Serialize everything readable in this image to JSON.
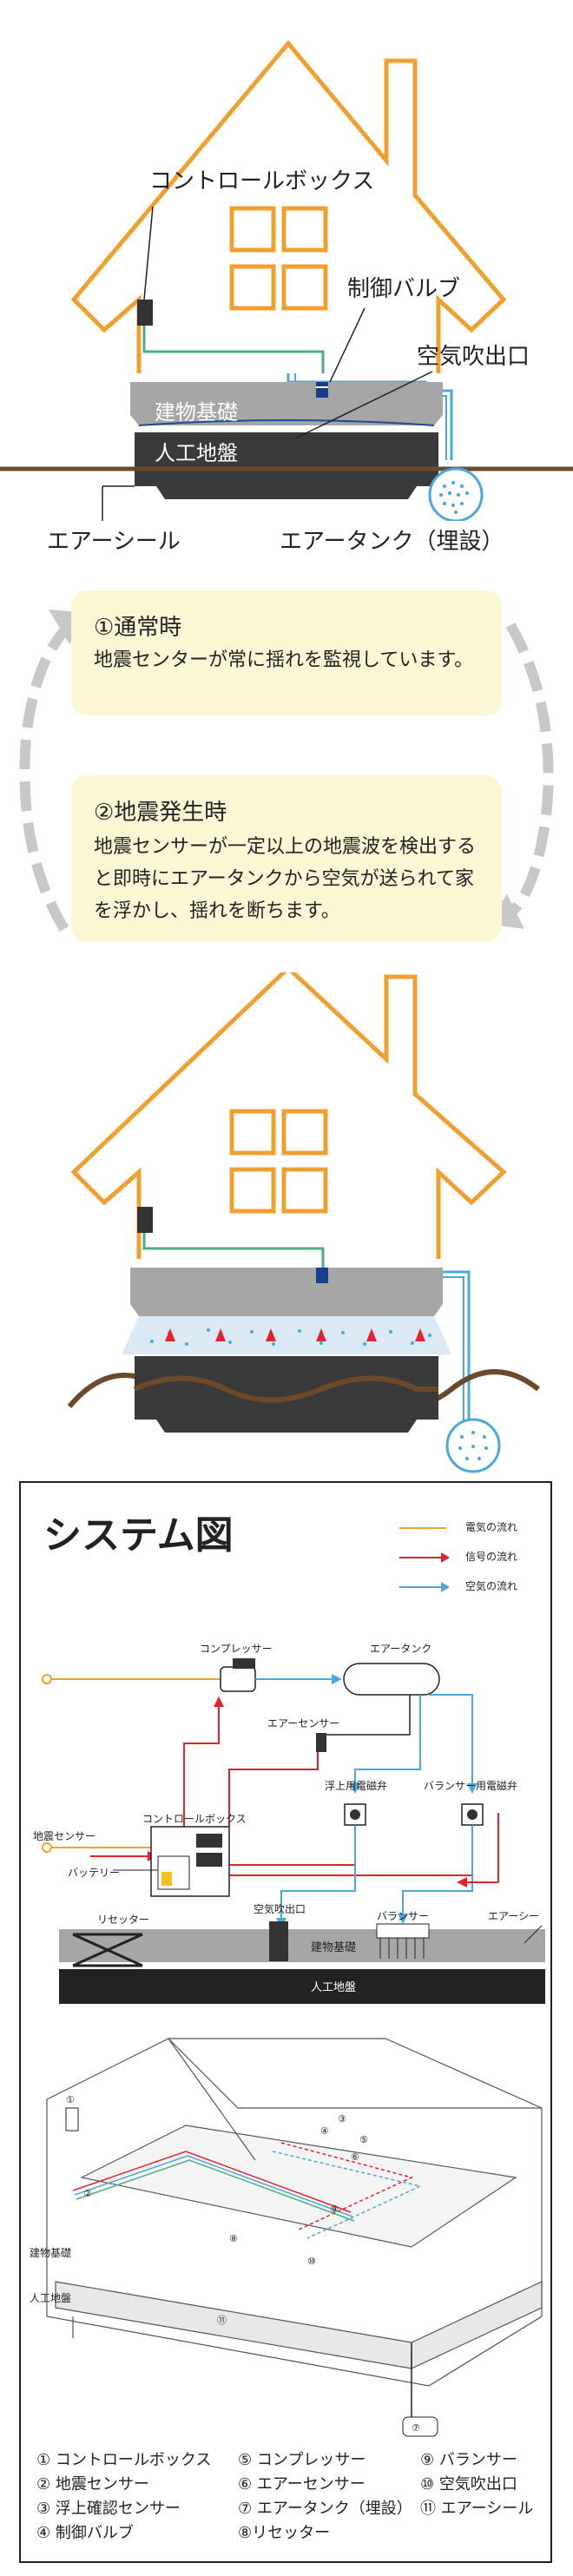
{
  "top": {
    "control_box": "コントロールボックス",
    "valve": "制御バルブ",
    "outlet": "空気吹出口",
    "foundation": "建物基礎",
    "ground": "人工地盤",
    "seal": "エアーシール",
    "tank": "エアータンク（埋設）"
  },
  "cards": {
    "normal_title": "①通常時",
    "normal_text": "地震センターが常に揺れを監視しています。",
    "quake_title": "②地震発生時",
    "quake_text": "地震センサーが一定以上の地震波を検出すると即時にエアータンクから空気が送られて家を浮かし、揺れを断ちます。"
  },
  "system": {
    "title": "システム図",
    "legend": {
      "power": "電気の流れ",
      "signal": "信号の流れ",
      "air": "空気の流れ"
    },
    "labels": {
      "compressor": "コンプレッサー",
      "air_tank": "エアータンク",
      "air_sensor": "エアーセンサー",
      "float_valve": "浮上用電磁弁",
      "balancer_valve": "バランサー用電磁弁",
      "quake_sensor": "地震センサー",
      "control_box": "コントロールボックス",
      "battery": "バッテリー",
      "resetter": "リセッター",
      "outlet": "空気吹出口",
      "balancer": "バランサー",
      "air_seal": "エアーシー",
      "foundation": "建物基礎",
      "ground": "人工地盤",
      "iso_foundation": "建物基礎",
      "iso_ground": "人工地盤"
    },
    "items": [
      "① コントロールボックス",
      "② 地震センサー",
      "③ 浮上確認センサー",
      "④ 制御バルブ",
      "⑤ コンプレッサー",
      "⑥ エアーセンサー",
      "⑦ エアータンク（埋設）",
      "⑧リセッター",
      "⑨ バランサー",
      "⑩ 空気吹出口",
      "⑪ エアーシール"
    ],
    "callouts": [
      "①",
      "②",
      "③",
      "④",
      "⑤",
      "⑥",
      "⑦",
      "⑧",
      "⑨",
      "⑩",
      "⑪"
    ]
  },
  "colors": {
    "house": "#f0a030",
    "green_wire": "#4caf7d",
    "air": "#4aa8dc",
    "signal": "#e0242c",
    "card_bg": "#fbf6d3",
    "ground_dark": "#3a3a3a",
    "foundation_grey": "#a6a6a6"
  }
}
